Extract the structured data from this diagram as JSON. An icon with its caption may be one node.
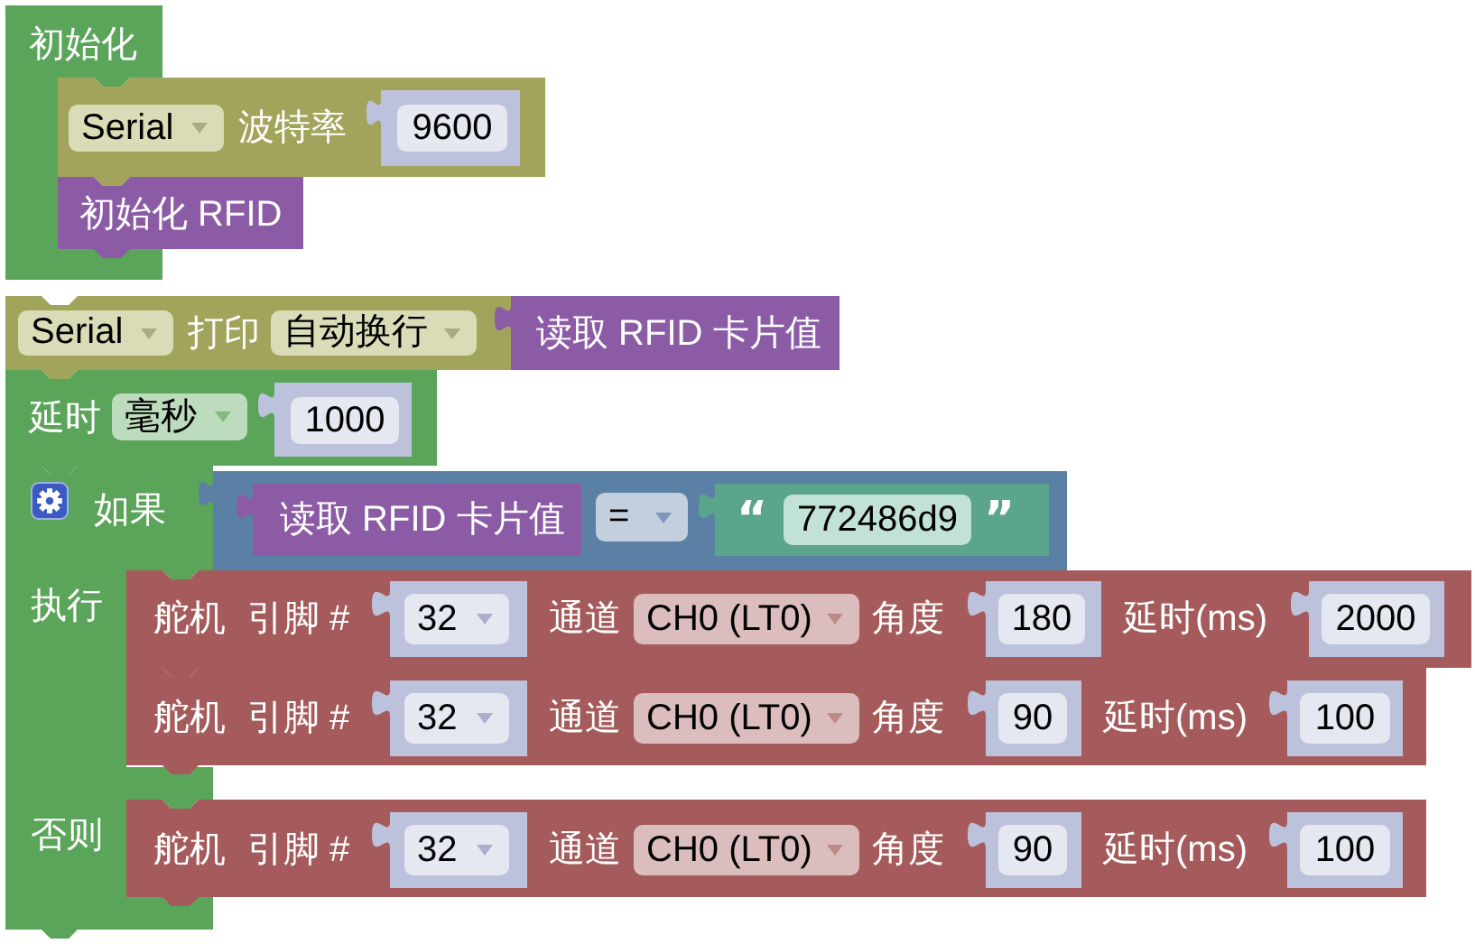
{
  "diagram": {
    "nodes": [
      {
        "text": [
          "初始化"
        ]
      },
      {
        "text": [
          "波特率"
        ]
      },
      {
        "text": [
          "Serial"
        ],
        "in": 1
      },
      {
        "text": [
          "9600"
        ],
        "in": 1
      },
      {
        "text": [
          "初始化 RFID"
        ]
      },
      {
        "text": [
          "打印"
        ]
      },
      {
        "text": [
          "Serial"
        ],
        "in": 5
      },
      {
        "text": [
          "自动换行"
        ],
        "in": 5
      },
      {
        "text": [
          "读取 RFID 卡片值"
        ]
      },
      {
        "text": [
          "延时"
        ]
      },
      {
        "text": [
          "毫秒"
        ],
        "in": 9
      },
      {
        "text": [
          "1000"
        ],
        "in": 9
      },
      {
        "text": [
          "如果",
          "执行",
          "否则"
        ]
      },
      {
        "text": [],
        "shape": "box"
      },
      {
        "text": [
          "读取 RFID 卡片值"
        ],
        "in": 13
      },
      {
        "text": [
          "="
        ],
        "in": 13
      },
      {
        "text": [
          "“",
          "772486d9",
          "”"
        ],
        "in": 13
      },
      {
        "text": [
          "舵机",
          "引脚 #",
          "通道",
          "角度",
          "延时(ms)"
        ]
      },
      {
        "text": [
          "32"
        ],
        "in": 17
      },
      {
        "text": [
          "CH0 (LT0)"
        ],
        "in": 17
      },
      {
        "text": [
          "180"
        ],
        "in": 17
      },
      {
        "text": [
          "2000"
        ],
        "in": 17
      },
      {
        "text": [
          "舵机",
          "引脚 #",
          "通道",
          "角度",
          "延时(ms)"
        ]
      },
      {
        "text": [
          "32"
        ],
        "in": 22
      },
      {
        "text": [
          "CH0 (LT0)"
        ],
        "in": 22
      },
      {
        "text": [
          "90"
        ],
        "in": 22
      },
      {
        "text": [
          "100"
        ],
        "in": 22
      },
      {
        "text": [
          "舵机",
          "引脚 #",
          "通道",
          "角度",
          "延时(ms)"
        ]
      },
      {
        "text": [
          "32"
        ],
        "in": 27
      },
      {
        "text": [
          "CH0 (LT0)"
        ],
        "in": 27
      },
      {
        "text": [
          "90"
        ],
        "in": 27
      },
      {
        "text": [
          "100"
        ],
        "in": 27
      }
    ]
  }
}
